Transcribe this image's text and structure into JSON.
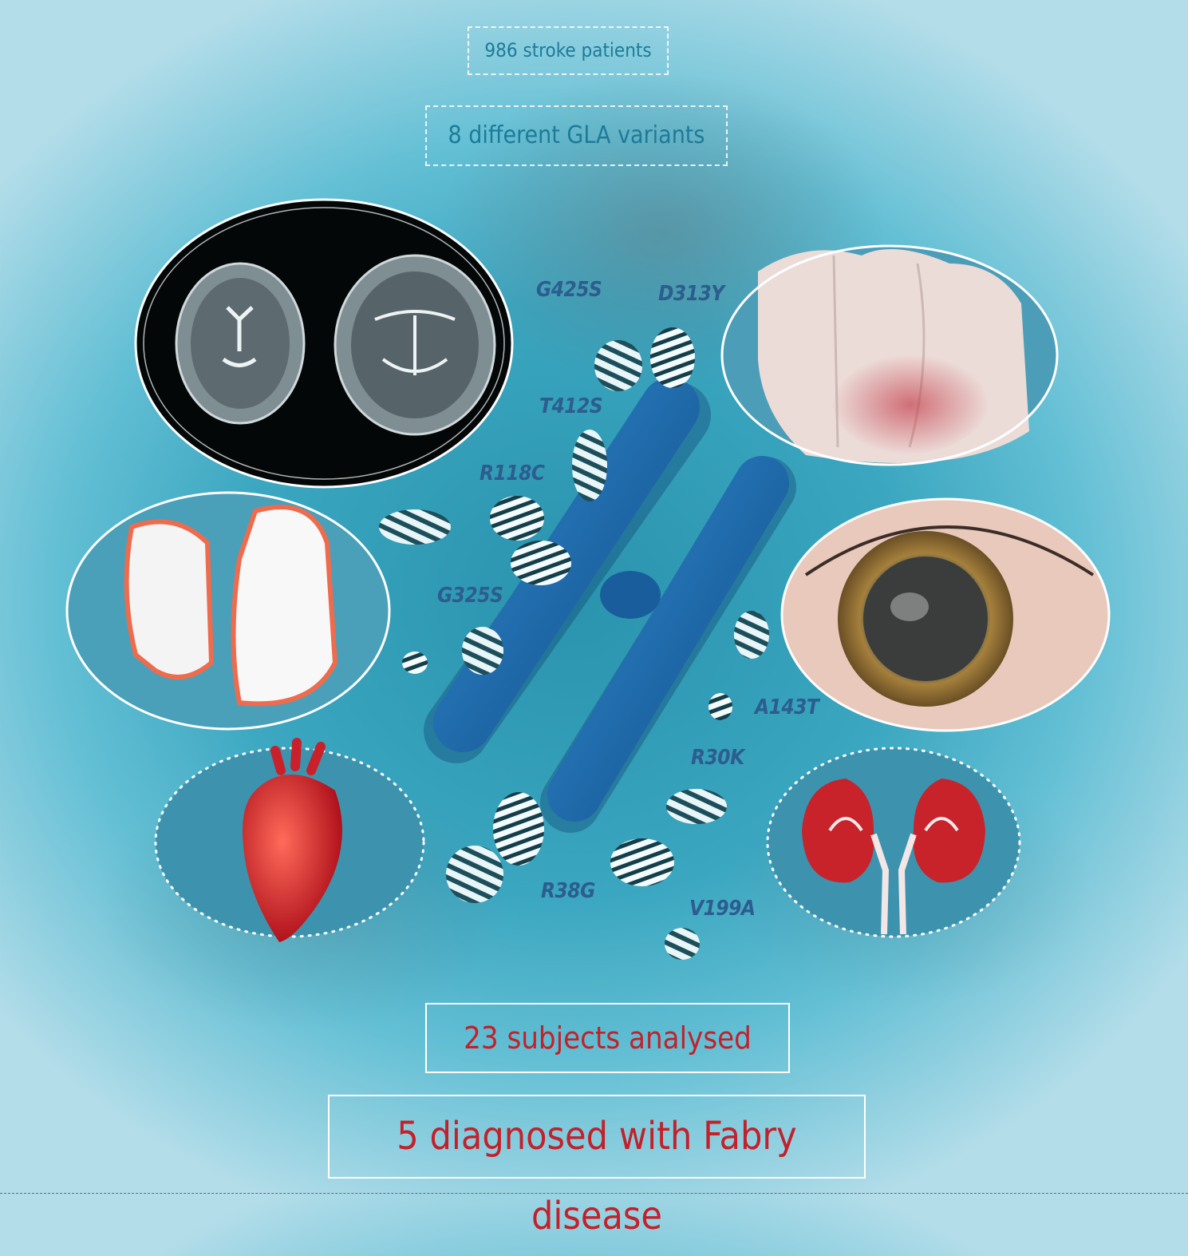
{
  "boxes": {
    "total": "986 stroke patients",
    "variants": "8 different GLA variants",
    "analysed": "23 subjects analysed",
    "diagnosed": "5 diagnosed with Fabry disease"
  },
  "variants": [
    "G425S",
    "D313Y",
    "T412S",
    "R118C",
    "G325S",
    "A143T",
    "R30K",
    "R38G",
    "V199A"
  ],
  "colors": {
    "top_text": "#1d7b99",
    "result_text": "#c4202a",
    "variant_text": "#2c5d8e",
    "chromosome": "#1f6fb2"
  },
  "illustrations": [
    "brain-mri",
    "skin-rash",
    "hand-foot-pain",
    "eye",
    "heart",
    "kidneys",
    "chromosome"
  ]
}
